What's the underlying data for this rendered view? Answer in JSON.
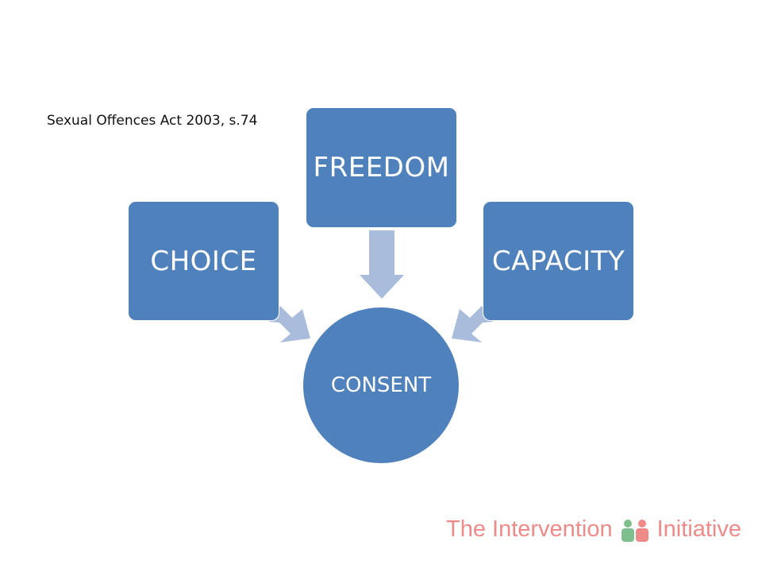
{
  "slide": {
    "caption": "Sexual Offences Act 2003, s.74"
  },
  "diagram": {
    "nodes": {
      "choice": "CHOICE",
      "freedom": "FREEDOM",
      "capacity": "CAPACITY",
      "center": "CONSENT"
    },
    "edges": [
      {
        "from": "choice",
        "to": "center"
      },
      {
        "from": "freedom",
        "to": "center"
      },
      {
        "from": "capacity",
        "to": "center"
      }
    ]
  },
  "logo": {
    "text_left": "The Intervention",
    "text_right": "Initiative",
    "icon": "two-people-icon"
  },
  "colors": {
    "box": "#4f81bd",
    "arrow": "#a9bcdc",
    "logo_text": "#f08a88",
    "logo_green": "#7fbf8e",
    "logo_pink": "#f08a88"
  }
}
